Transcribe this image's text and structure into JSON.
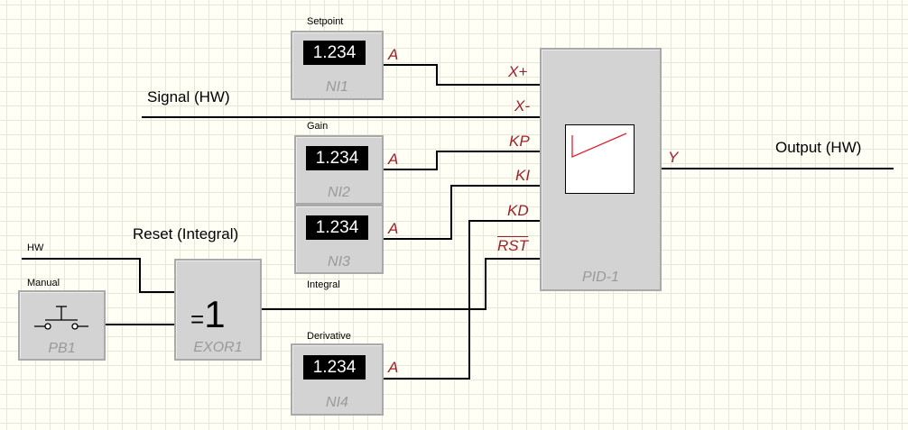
{
  "blocks": {
    "ni1": {
      "label": "Setpoint",
      "display": "1.234",
      "name": "NI1",
      "output": "A"
    },
    "ni2": {
      "label": "Gain",
      "display": "1.234",
      "name": "NI2",
      "output": "A"
    },
    "ni3": {
      "label": "",
      "display": "1.234",
      "name": "NI3",
      "output": "A"
    },
    "ni4": {
      "label": "Derivative",
      "display": "1.234",
      "name": "NI4",
      "output": "A"
    },
    "pb1": {
      "label": "Manual",
      "name": "PB1"
    },
    "exor1": {
      "symbol_eq": "=",
      "symbol_one": "1",
      "name": "EXOR1"
    },
    "pid1": {
      "name": "PID-1",
      "inputs": [
        "X+",
        "X-",
        "KP",
        "KI",
        "KD",
        "RST"
      ],
      "output": "Y"
    }
  },
  "signals": {
    "signal_hw": "Signal (HW)",
    "output_hw": "Output (HW)",
    "hw": "HW",
    "reset_integral": "Reset (Integral)",
    "integral": "Integral"
  },
  "colors": {
    "background": "#fffff6",
    "grid": "#e7e7d6",
    "block_fill": "#d3d3d3",
    "block_border": "#a9a9a9",
    "pin_label": "#a0202a",
    "trend_line": "#e02030",
    "wire": "#000000"
  },
  "icons": {
    "pb1": "push-button-switch-icon",
    "pid1": "step-response-trend-icon"
  }
}
